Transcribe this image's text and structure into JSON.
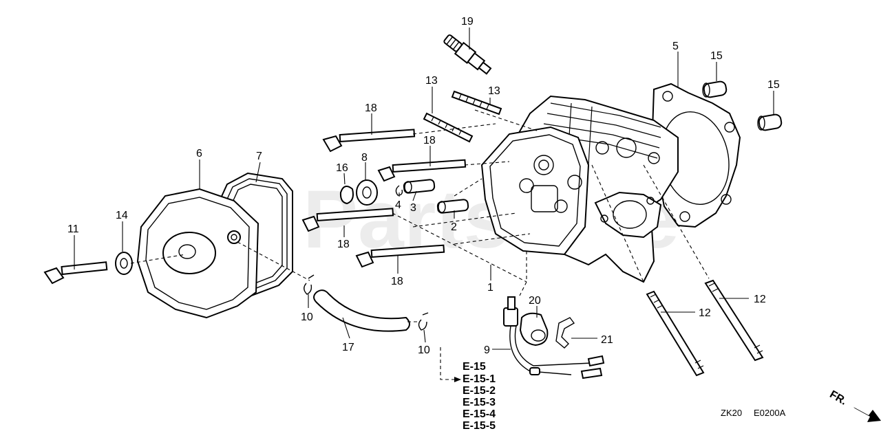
{
  "watermark": "PartsTree",
  "callouts": {
    "c1": "1",
    "c2": "2",
    "c3": "3",
    "c4": "4",
    "c5": "5",
    "c6": "6",
    "c7": "7",
    "c8": "8",
    "c9": "9",
    "c10a": "10",
    "c10b": "10",
    "c11": "11",
    "c12a": "12",
    "c12b": "12",
    "c13a": "13",
    "c13b": "13",
    "c14": "14",
    "c15a": "15",
    "c15b": "15",
    "c16": "16",
    "c17": "17",
    "c18a": "18",
    "c18b": "18",
    "c18c": "18",
    "c18d": "18",
    "c19": "19",
    "c20": "20",
    "c21": "21"
  },
  "references": [
    "E-15",
    "E-15-1",
    "E-15-2",
    "E-15-3",
    "E-15-4",
    "E-15-5"
  ],
  "footer": {
    "code1": "ZK20",
    "code2": "E0200A"
  },
  "direction": {
    "label": "FR."
  }
}
